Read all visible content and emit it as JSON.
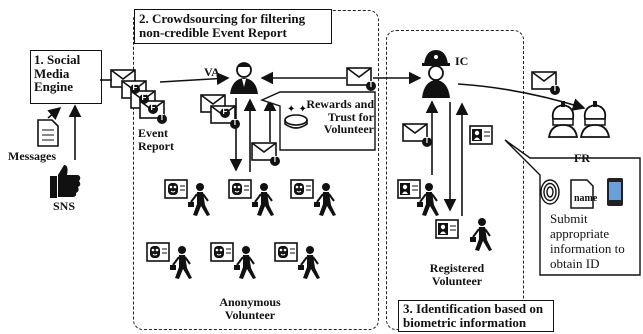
{
  "sections": {
    "social_media_engine": "1. Social Media Engine",
    "crowdsourcing": "2. Crowdsourcing for filtering non-credible Event Report",
    "identification": "3. Identification based on biometric information"
  },
  "labels": {
    "messages": "Messages",
    "sns": "SNS",
    "event_report": "Event Report",
    "va": "VA",
    "ic": "IC",
    "fr": "FR",
    "rewards": "Rewards and Trust for Volunteer",
    "anonymous_volunteer": "Anonymous Volunteer",
    "registered_volunteer": "Registered Volunteer",
    "submit_info": "Submit appropriate information to obtain ID",
    "name_card": "name"
  },
  "envelope_badges": {
    "f": "F",
    "t": "T"
  },
  "icons": [
    "document-icon",
    "thumbs-up-icon",
    "envelope-icon",
    "person-icon",
    "police-officer-icon",
    "firefighter-icon",
    "coins-icon",
    "id-card-icon",
    "fingerprint-icon",
    "smartphone-icon",
    "walking-person-icon"
  ]
}
